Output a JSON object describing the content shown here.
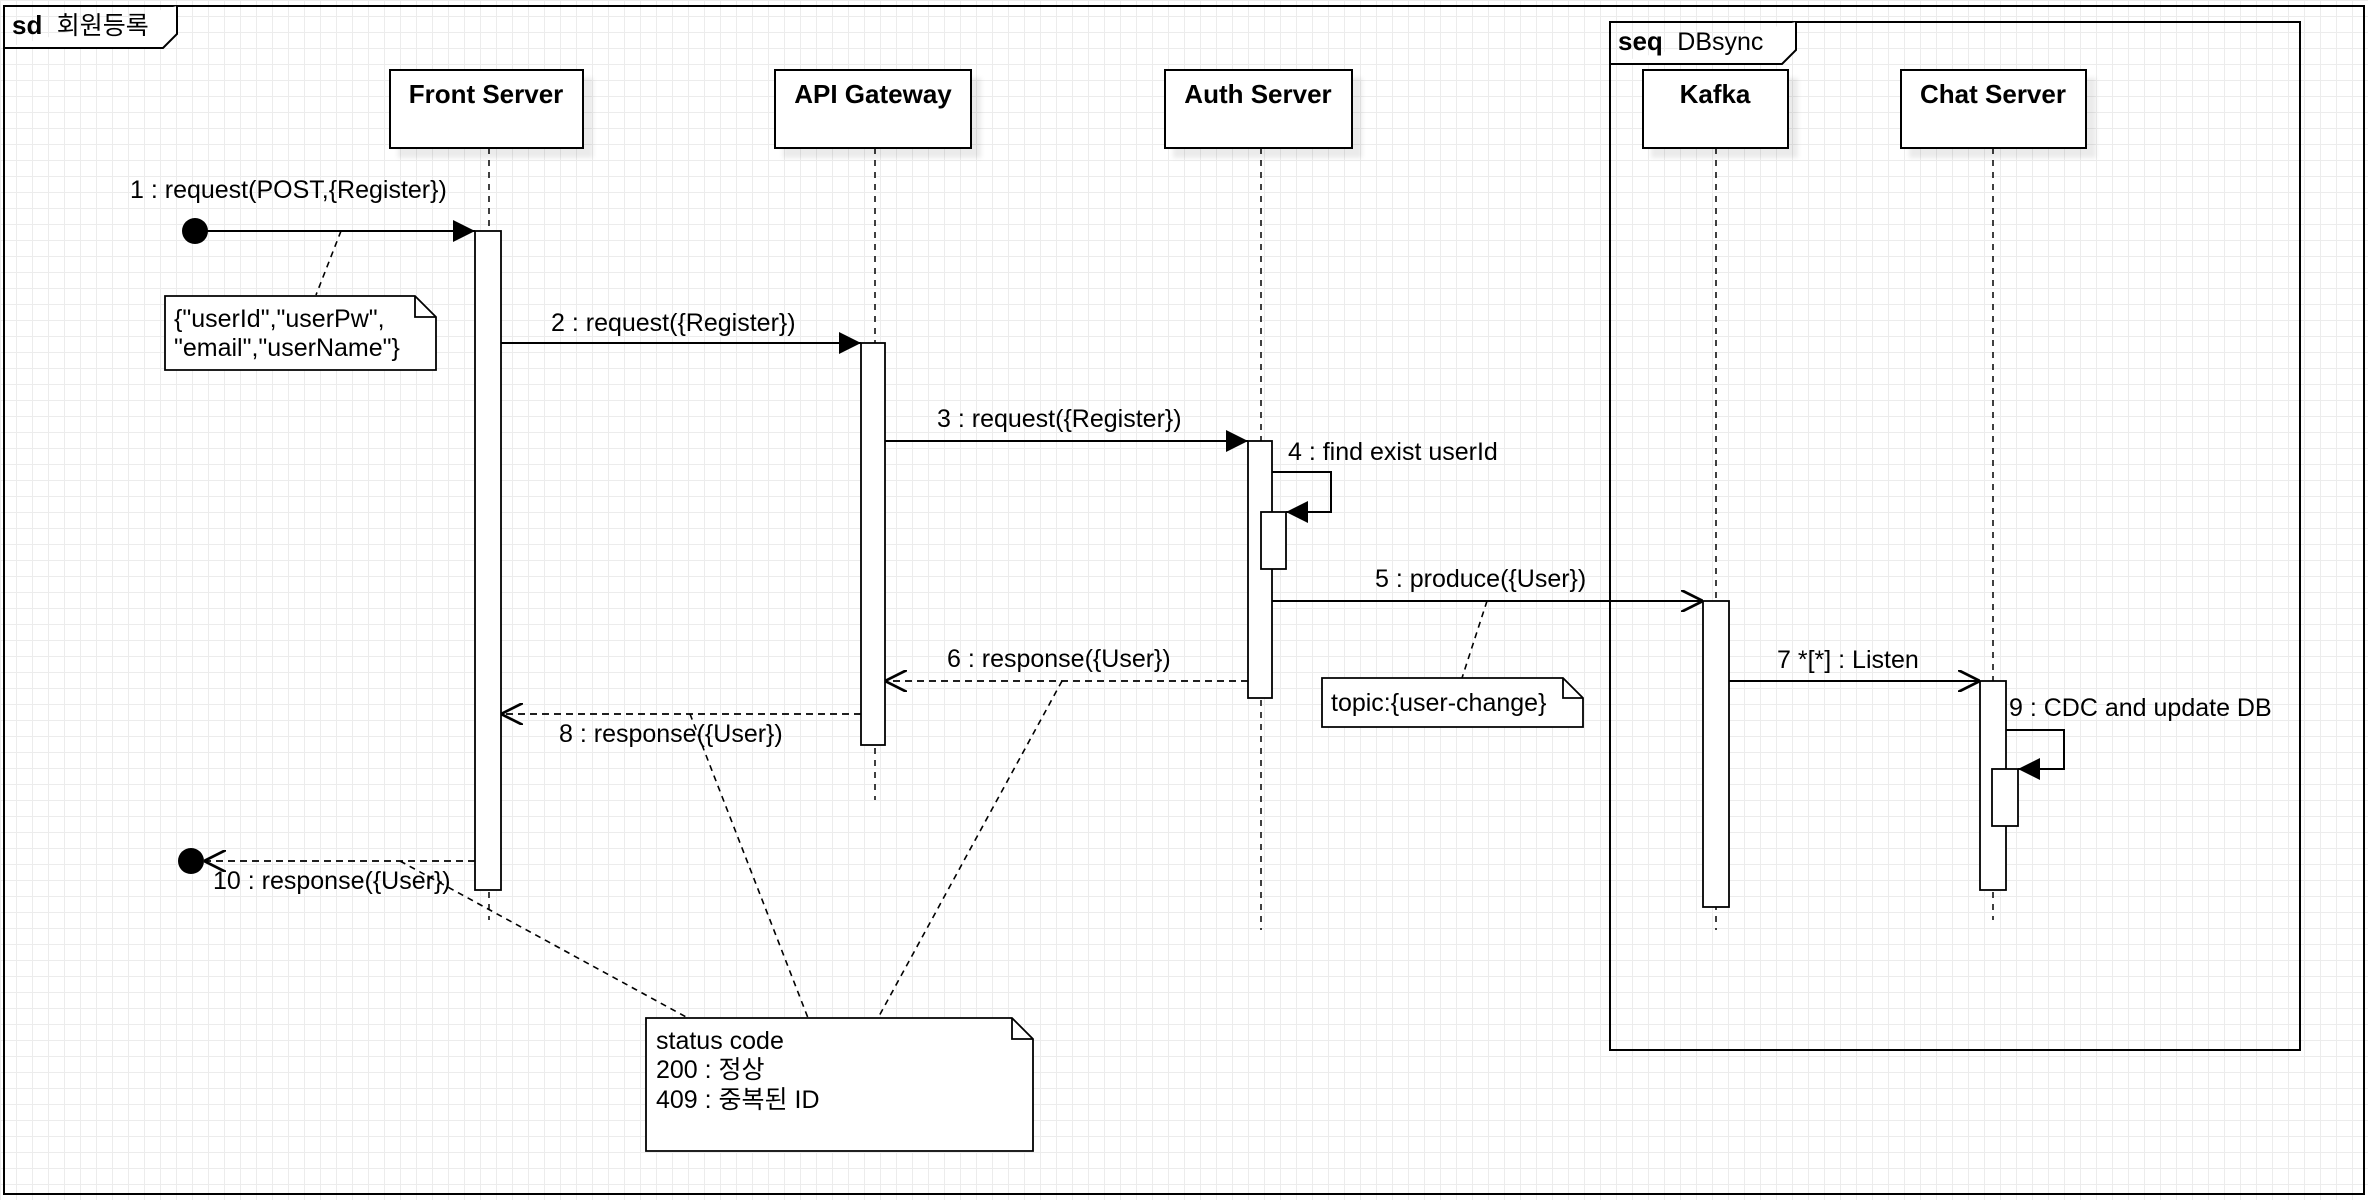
{
  "frame": {
    "keyword": "sd",
    "name": "회원등록"
  },
  "combined_fragment": {
    "operator": "seq",
    "name": "DBsync"
  },
  "lifelines": [
    {
      "id": "front",
      "name": "Front Server"
    },
    {
      "id": "gateway",
      "name": "API Gateway"
    },
    {
      "id": "auth",
      "name": "Auth Server"
    },
    {
      "id": "kafka",
      "name": "Kafka"
    },
    {
      "id": "chat",
      "name": "Chat Server"
    }
  ],
  "messages": [
    {
      "id": "m1",
      "label": "1 : request(POST,{Register})",
      "from": "found",
      "to": "front",
      "kind": "sync"
    },
    {
      "id": "m2",
      "label": "2 : request({Register})",
      "from": "front",
      "to": "gateway",
      "kind": "sync"
    },
    {
      "id": "m3",
      "label": "3 : request({Register})",
      "from": "gateway",
      "to": "auth",
      "kind": "sync"
    },
    {
      "id": "m4",
      "label": "4 : find exist userId",
      "from": "auth",
      "to": "auth",
      "kind": "self"
    },
    {
      "id": "m5",
      "label": "5 : produce({User})",
      "from": "auth",
      "to": "kafka",
      "kind": "async"
    },
    {
      "id": "m6",
      "label": "6 : response({User})",
      "from": "auth",
      "to": "gateway",
      "kind": "reply"
    },
    {
      "id": "m7",
      "label": "7 *[*] : Listen",
      "from": "kafka",
      "to": "chat",
      "kind": "async"
    },
    {
      "id": "m8",
      "label": "8 : response({User})",
      "from": "gateway",
      "to": "front",
      "kind": "reply"
    },
    {
      "id": "m9",
      "label": "9 : CDC and update DB",
      "from": "chat",
      "to": "chat",
      "kind": "self"
    },
    {
      "id": "m10",
      "label": "10 : response({User})",
      "from": "front",
      "to": "lost",
      "kind": "reply"
    }
  ],
  "notes": [
    {
      "id": "note-register",
      "lines": [
        "{\"userId\",\"userPw\",",
        "\"email\",\"userName\"}"
      ]
    },
    {
      "id": "note-topic",
      "lines": [
        "topic:{user-change}"
      ]
    },
    {
      "id": "note-status",
      "lines": [
        "status code",
        "200 : 정상",
        "409 : 중복된 ID"
      ]
    }
  ]
}
